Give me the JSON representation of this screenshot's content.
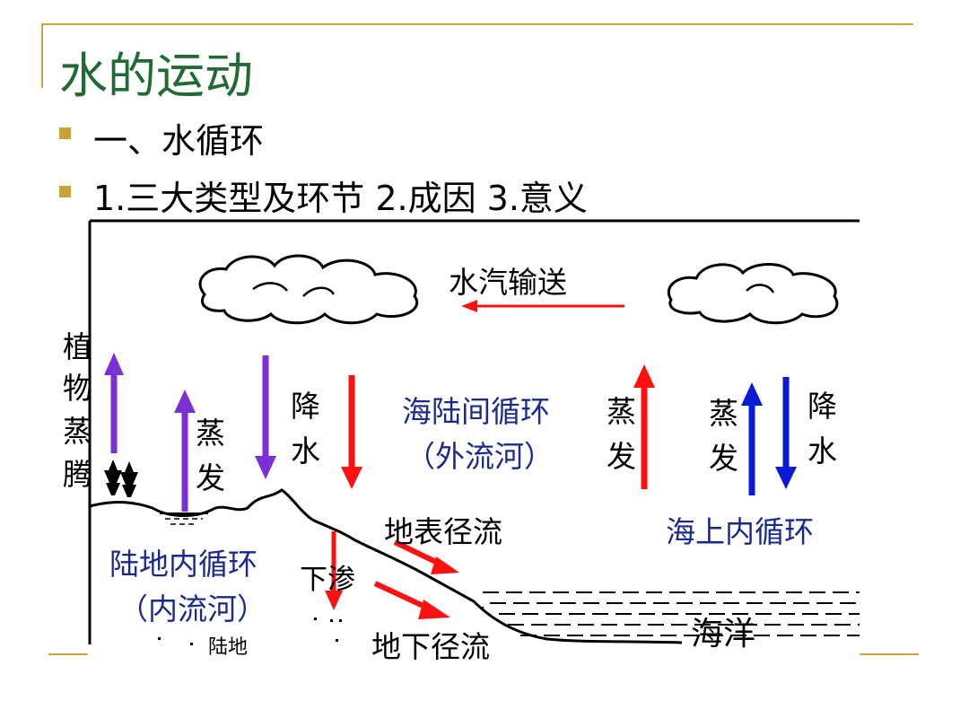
{
  "slide": {
    "title": "水的运动",
    "bullets": [
      "一、水循环",
      "1.三大类型及环节  2.成因   3.意义"
    ]
  },
  "diagram": {
    "labels": {
      "vapor_transport": "水汽输送",
      "plant_transpiration": [
        "植",
        "物",
        "蒸",
        "腾"
      ],
      "evaporation_land": [
        "蒸",
        "发"
      ],
      "precipitation_land": [
        "降",
        "水"
      ],
      "sea_land_cycle": "海陆间循环",
      "exorheic_river": "（外流河）",
      "evaporation_sea_1": [
        "蒸",
        "发"
      ],
      "evaporation_sea_2": [
        "蒸",
        "发"
      ],
      "precipitation_sea": [
        "降",
        "水"
      ],
      "surface_runoff": "地表径流",
      "sea_inner_cycle": "海上内循环",
      "land_inner_cycle": "陆地内循环",
      "endorheic_river": "（内流河）",
      "infiltration": "下渗",
      "groundwater_runoff": "地下径流",
      "land": "陆地",
      "ocean": "海洋"
    },
    "colors": {
      "purple": "#7b2fd6",
      "red": "#ff1010",
      "blue": "#0a1bd8",
      "navy_text": "#1a2a8c",
      "accent": "#c9a23a",
      "title_green": "#1f6b33"
    }
  }
}
